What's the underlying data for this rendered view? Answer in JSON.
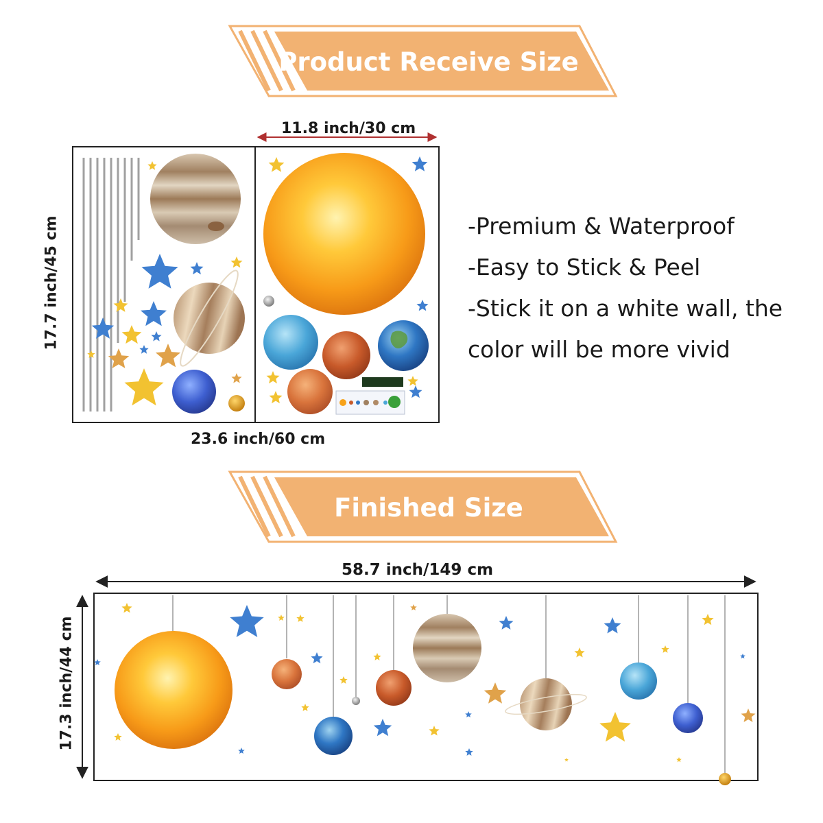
{
  "banners": {
    "receive": "Product Receive Size",
    "finished": "Finished Size"
  },
  "receive_dims": {
    "panel_width": "11.8 inch/30 cm",
    "height": "17.7 inch/45 cm",
    "total_width": "23.6 inch/60 cm"
  },
  "features": [
    "-Premium & Waterproof",
    "-Easy to Stick & Peel",
    "-Stick it on a white wall, the",
    "color will be more vivid"
  ],
  "finished_dims": {
    "width": "58.7 inch/149 cm",
    "height": "17.3 inch/44 cm"
  },
  "colors": {
    "banner": "#f2b272",
    "dimension_arrow": "#b03030",
    "frame": "#222222"
  },
  "icons": {
    "sun": "sun-icon",
    "planets": "planet-icon",
    "stars": "star-icon",
    "ruler_strips": "ruler-strip-icon"
  }
}
